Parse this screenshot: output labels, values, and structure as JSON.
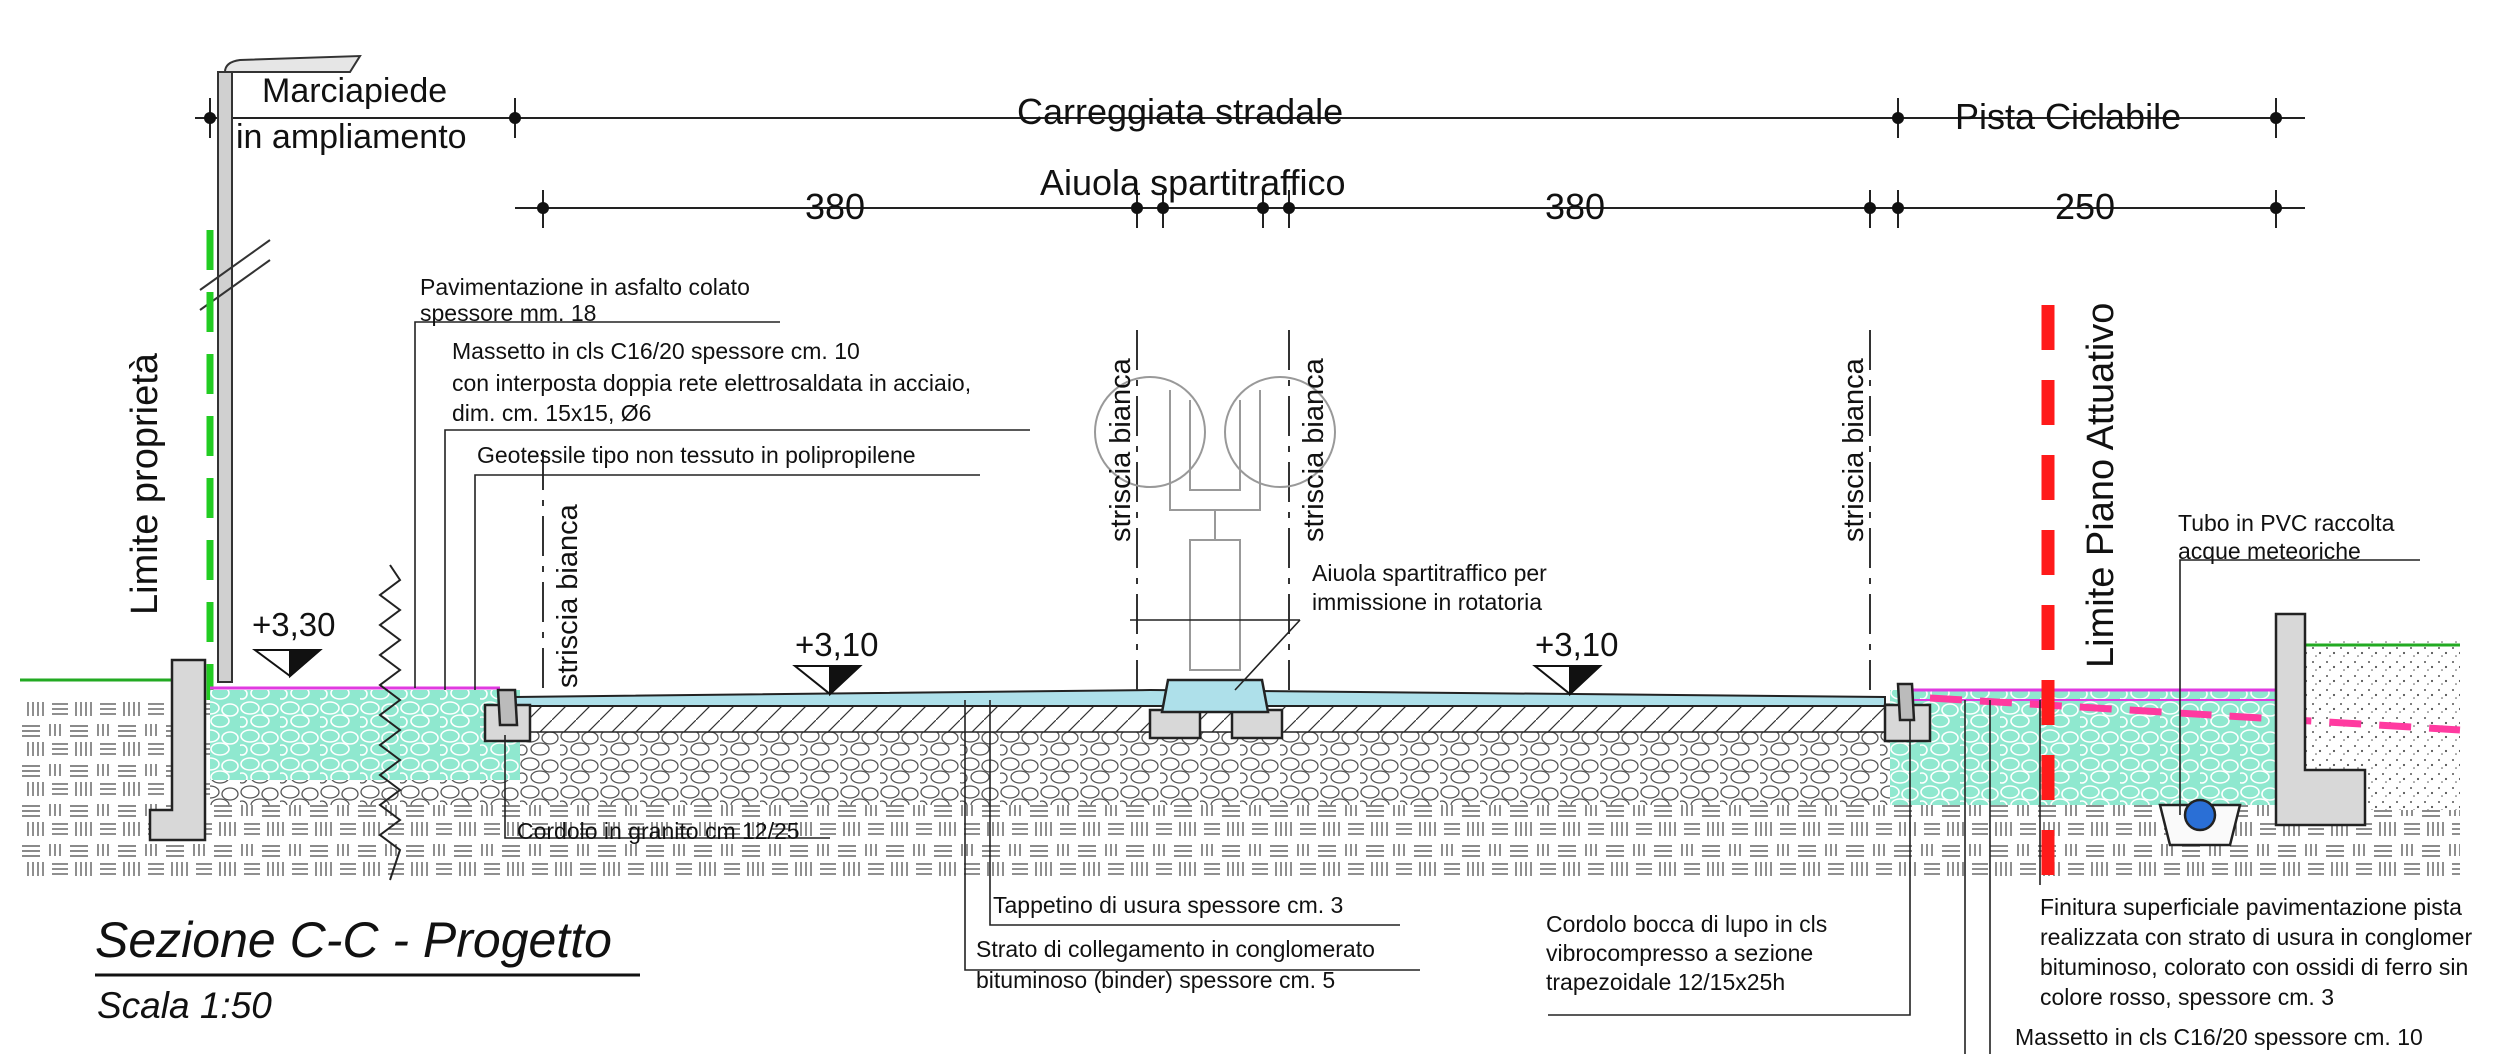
{
  "headers": {
    "sidewalk_line1": "Marciapiede",
    "sidewalk_line2": "in ampliamento",
    "carriageway": "Carreggiata stradale",
    "bike_lane": "Pista Ciclabile",
    "median": "Aiuola spartitraffico"
  },
  "dimensions": {
    "lane_left": "380",
    "lane_right": "380",
    "bike": "250"
  },
  "elevations": {
    "sidewalk": "+3,30",
    "lane_left": "+3,10",
    "lane_right": "+3,10"
  },
  "vertical_labels": {
    "property_limit": "Limite proprietà",
    "plan_limit": "Limite Piano Attuativo",
    "white_stripe": "striscia bianca"
  },
  "annotations": {
    "asphalt_1": "Pavimentazione in asfalto colato",
    "asphalt_2": "spessore mm. 18",
    "screed_1": "Massetto in cls C16/20 spessore cm. 10",
    "screed_2": "con interposta doppia rete elettrosaldata in acciaio,",
    "screed_3": "dim. cm. 15x15, Ø6",
    "geotextile": "Geotessile tipo non tessuto in polipropilene",
    "median_note_1": "Aiuola spartitraffico per",
    "median_note_2": "immissione in rotatoria",
    "pvc_1": "Tubo in PVC raccolta",
    "pvc_2": "acque meteoriche",
    "granite_curb": "Cordolo in granito cm 12/25",
    "wearing": "Tappetino di usura  spessore cm. 3",
    "binder_1": "Strato di collegamento  in conglomerato",
    "binder_2": "bituminoso (binder) spessore cm. 5",
    "wolf_1": "Cordolo bocca di lupo in cls",
    "wolf_2": "vibrocompresso a sezione",
    "wolf_3": "trapezoidale 12/15x25h",
    "bike_finish_1": "Finitura superficiale pavimentazione pista",
    "bike_finish_2": "realizzata con strato di usura in conglomer",
    "bike_finish_3": "bituminoso, colorato con ossidi di ferro sin",
    "bike_finish_4": "colore rosso, spessore cm. 3",
    "bike_screed": "Massetto in cls C16/20 spessore cm. 10"
  },
  "title": {
    "main": "Sezione C-C - Progetto",
    "scale": "Scala 1:50"
  },
  "colors": {
    "line": "#111111",
    "ground_fill": "#8fe8cf",
    "asphalt": "#aee0ea",
    "magenta": "#e03ae0",
    "red_limit": "#ff1a1a",
    "pink_dash": "#ff3aa0",
    "green_limit": "#22cc22",
    "concrete": "#d8d8d8"
  }
}
